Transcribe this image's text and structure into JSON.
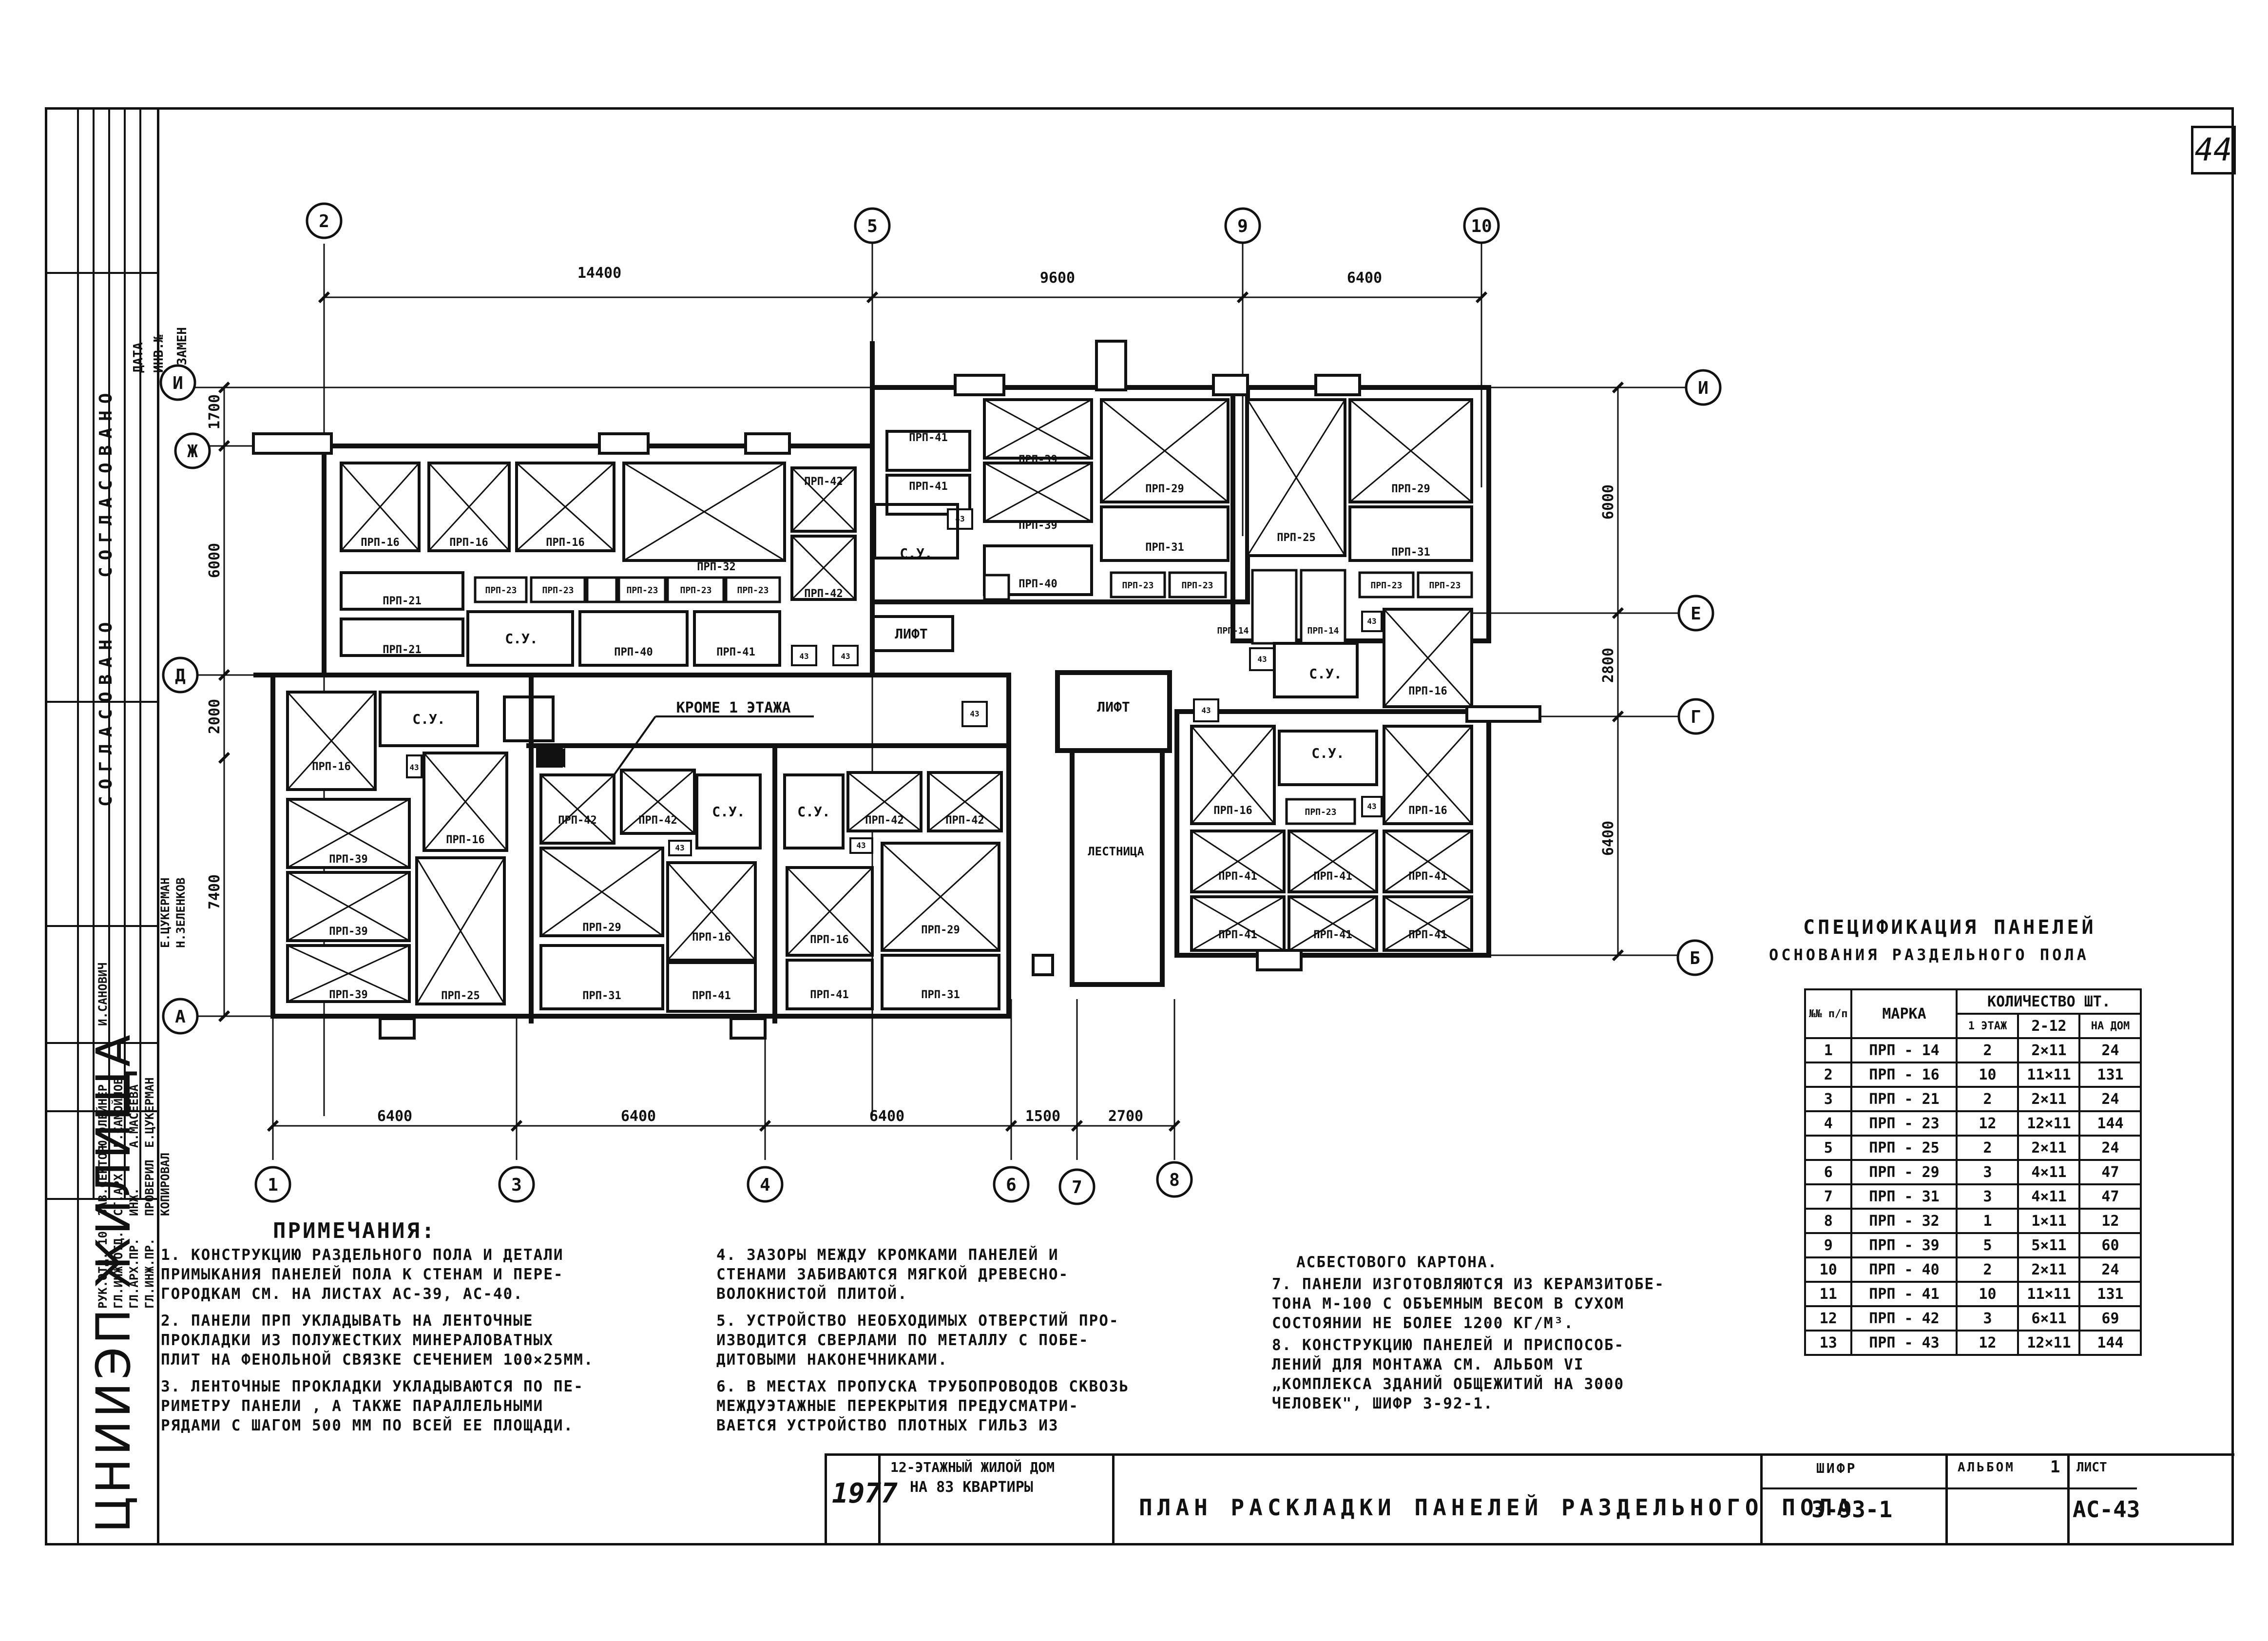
{
  "sheet_number": "44",
  "side_stamp": {
    "org": "ЦНИИЭП ЖИЛИЩА",
    "agreed_1": "СОГЛАСОВАНО",
    "agreed_2": "СОГЛАСОВАНО",
    "columns": [
      "ДАТА",
      "ИНВ.№",
      "ВЗАМЕН"
    ],
    "roles": [
      "РУК.ОТД. 10",
      "ГЛ.ИНЖ.ОТД.",
      "ГЛ.АРХ.ПР.",
      "ГЛ.ИНЖ.ПР.",
      "ЗАВ.СЕКТОР",
      "СТ.АРХ",
      "ИНЖ.",
      "ПРОВЕРИЛ",
      "КОПИРОВАЛ"
    ],
    "names": [
      "Ю.ЭЛЕЙНЕР",
      "Г.САМОЙЛОВ",
      "А.МАСЕЕВА",
      "Е.ЦУКЕРМАН",
      "И.САНОВИЧ",
      "Е.ЦУКЕРМАН",
      "Н.ЗЕЛЕНКОВ"
    ]
  },
  "axes_top": [
    "2",
    "5",
    "9",
    "10"
  ],
  "axes_bottom": [
    "1",
    "3",
    "4",
    "6",
    "7",
    "8"
  ],
  "axes_left": [
    "И",
    "Ж",
    "Д",
    "А"
  ],
  "axes_right": [
    "И",
    "Е",
    "Г",
    "Б"
  ],
  "dims_top": [
    "14400",
    "9600",
    "6400"
  ],
  "dims_bottom": [
    "6400",
    "6400",
    "6400",
    "1500",
    "2700"
  ],
  "dims_left": [
    "1700",
    "6000",
    "2000",
    "7400"
  ],
  "dims_right": [
    "6000",
    "2800",
    "6400"
  ],
  "rooms": {
    "su": "С.У.",
    "lift": "ЛИФТ",
    "stair": "ЛЕСТНИЦА",
    "except_note": "КРОМЕ 1 ЭТАЖА"
  },
  "panel_labels": {
    "p14": "ПРП-14",
    "p16": "ПРП-16",
    "p21": "ПРП-21",
    "p23": "ПРП-23",
    "p25": "ПРП-25",
    "p29": "ПРП-29",
    "p31": "ПРП-31",
    "p32": "ПРП-32",
    "p39": "ПРП-39",
    "p40": "ПРП-40",
    "p41": "ПРП-41",
    "p42": "ПРП-42",
    "p43": "43"
  },
  "notes_title": "ПРИМЕЧАНИЯ:",
  "notes": [
    "1.  КОНСТРУКЦИЮ РАЗДЕЛЬНОГО ПОЛА И ДЕТАЛИ\nПРИМЫКАНИЯ ПАНЕЛЕЙ ПОЛА К СТЕНАМ И ПЕРЕ-\nГОРОДКАМ СМ. НА ЛИСТАХ АС-39, АС-40.",
    "2.  ПАНЕЛИ ПРП УКЛАДЫВАТЬ НА ЛЕНТОЧНЫЕ\nПРОКЛАДКИ ИЗ ПОЛУЖЕСТКИХ МИНЕРАЛОВАТНЫХ\nПЛИТ НА ФЕНОЛЬНОЙ СВЯЗКЕ СЕЧЕНИЕМ 100×25ММ.",
    "3.  ЛЕНТОЧНЫЕ ПРОКЛАДКИ УКЛАДЫВАЮТСЯ ПО ПЕ-\nРИМЕТРУ ПАНЕЛИ , А ТАКЖЕ ПАРАЛЛЕЛЬНЫМИ\nРЯДАМИ С ШАГОМ 500 ММ ПО ВСЕЙ ЕЕ ПЛОЩАДИ.",
    "4.  ЗАЗОРЫ МЕЖДУ КРОМКАМИ ПАНЕЛЕЙ И\nСТЕНАМИ ЗАБИВАЮТСЯ МЯГКОЙ ДРЕВЕСНО-\nВОЛОКНИСТОЙ ПЛИТОЙ.",
    "5.  УСТРОЙСТВО НЕОБХОДИМЫХ ОТВЕРСТИЙ ПРО-\nИЗВОДИТСЯ СВЕРЛАМИ ПО МЕТАЛЛУ С ПОБЕ-\nДИТОВЫМИ НАКОНЕЧНИКАМИ.",
    "6.  В МЕСТАХ ПРОПУСКА ТРУБОПРОВОДОВ СКВОЗЬ\nМЕЖДУЭТАЖНЫЕ ПЕРЕКРЫТИЯ ПРЕДУСМАТРИ-\nВАЕТСЯ УСТРОЙСТВО ПЛОТНЫХ ГИЛЬЗ ИЗ",
    "АСБЕСТОВОГО КАРТОНА.",
    "7.  ПАНЕЛИ ИЗГОТОВЛЯЮТСЯ ИЗ КЕРАМЗИТОБЕ-\nТОНА М-100 С ОБЪЕМНЫМ ВЕСОМ В СУХОМ\nСОСТОЯНИИ НЕ БОЛЕЕ 1200 КГ/М³.",
    "8.  КОНСТРУКЦИЮ ПАНЕЛЕЙ И ПРИСПОСОБ-\nЛЕНИЙ ДЛЯ МОНТАЖА СМ. АЛЬБОМ VI\n„КОМПЛЕКСА ЗДАНИЙ ОБЩЕЖИТИЙ НА 3000\nЧЕЛОВЕК\", ШИФР 3-92-1."
  ],
  "spec": {
    "title_1": "СПЕЦИФИКАЦИЯ ПАНЕЛЕЙ",
    "title_2": "ОСНОВАНИЯ РАЗДЕЛЬНОГО ПОЛА",
    "h_num": "№№ п/п",
    "h_mark": "МАРКА",
    "h_qty": "КОЛИЧЕСТВО ШТ.",
    "h_q1": "1 ЭТАЖ",
    "h_q2": "2-12",
    "h_q3": "НА ДОМ",
    "rows": [
      [
        "1",
        "ПРП - 14",
        "2",
        "2×11",
        "24"
      ],
      [
        "2",
        "ПРП - 16",
        "10",
        "11×11",
        "131"
      ],
      [
        "3",
        "ПРП - 21",
        "2",
        "2×11",
        "24"
      ],
      [
        "4",
        "ПРП - 23",
        "12",
        "12×11",
        "144"
      ],
      [
        "5",
        "ПРП - 25",
        "2",
        "2×11",
        "24"
      ],
      [
        "6",
        "ПРП - 29",
        "3",
        "4×11",
        "47"
      ],
      [
        "7",
        "ПРП - 31",
        "3",
        "4×11",
        "47"
      ],
      [
        "8",
        "ПРП - 32",
        "1",
        "1×11",
        "12"
      ],
      [
        "9",
        "ПРП - 39",
        "5",
        "5×11",
        "60"
      ],
      [
        "10",
        "ПРП - 40",
        "2",
        "2×11",
        "24"
      ],
      [
        "11",
        "ПРП - 41",
        "10",
        "11×11",
        "131"
      ],
      [
        "12",
        "ПРП - 42",
        "3",
        "6×11",
        "69"
      ],
      [
        "13",
        "ПРП - 43",
        "12",
        "12×11",
        "144"
      ]
    ]
  },
  "title_block": {
    "year": "1977",
    "project_1": "12-ЭТАЖНЫЙ ЖИЛОЙ ДОМ",
    "project_2": "НА 83 КВАРТИРЫ",
    "sheet_title": "ПЛАН РАСКЛАДКИ ПАНЕЛЕЙ РАЗДЕЛЬНОГО ПОЛА",
    "cipher_label": "ШИФР",
    "cipher": "3-93-1",
    "album_label": "АЛЬБОМ",
    "album": "1",
    "sheet_label": "ЛИСТ",
    "sheet": "АС-43"
  }
}
